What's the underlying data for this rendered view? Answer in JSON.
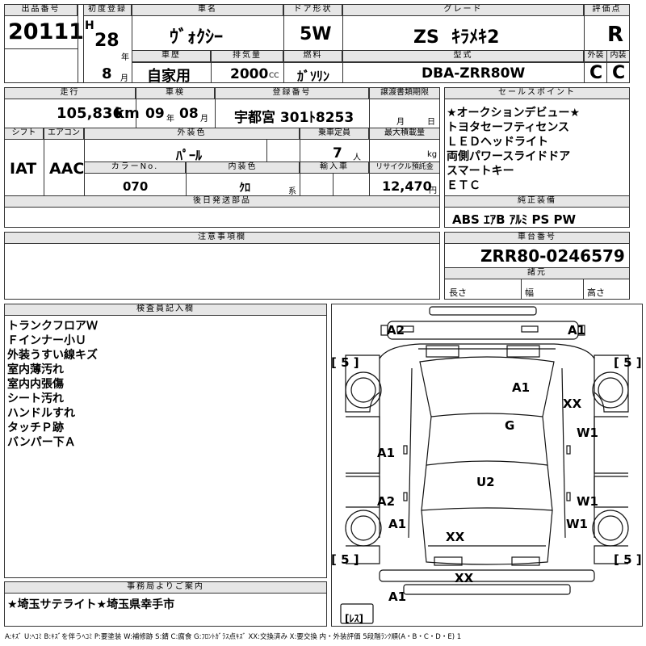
{
  "headers": {
    "lot_no": "出品番号",
    "first_reg": "初度登録",
    "car_name": "車名",
    "door": "ドア形状",
    "grade": "グレード",
    "rating": "評価点",
    "history": "車歴",
    "displacement": "排気量",
    "fuel": "燃料",
    "model_code": "型式",
    "exterior": "外装",
    "interior": "内装",
    "mileage": "走行",
    "inspection": "車検",
    "plate": "登録番号",
    "transfer": "譲渡書類期限",
    "sales_points": "セールスポイント",
    "shift": "シフト",
    "aircon": "エアコン",
    "ext_color": "外装色",
    "capacity": "乗車定員",
    "max_load": "最大積載量",
    "color_no": "カラーNo.",
    "int_color": "内装色",
    "import": "輸入車",
    "recycle": "リサイクル預託金",
    "later_parts": "後日発送部品",
    "genuine_equip": "純正装備",
    "notes": "注意事項欄",
    "chassis_no": "車台番号",
    "specs": "諸元",
    "inspector": "検査員記入欄",
    "office": "事務局よりご案内"
  },
  "vehicle": {
    "lot_no": "20111",
    "era": "H",
    "year": "28",
    "year_unit": "年",
    "month": "8",
    "month_unit": "月",
    "name": "ｳﾞｫｸｼｰ",
    "door": "5W",
    "grade": "ZS  ｷﾗﾒｷ2",
    "rating": "R",
    "history": "自家用",
    "displacement": "2000",
    "cc": "CC",
    "fuel": "ｶﾞｿﾘﾝ",
    "model_code": "DBA-ZRR80W",
    "exterior_grade": "C",
    "interior_grade": "C",
    "mileage": "105,836",
    "mileage_unit": "km",
    "insp_year": "09",
    "insp_year_unit": "年",
    "insp_month": "08",
    "insp_month_unit": "月",
    "plate": "宇都宮 301ﾄ8253",
    "transfer_month": "月",
    "transfer_day": "日",
    "shift": "IAT",
    "aircon": "AAC",
    "ext_color": "ﾊﾟｰﾙ",
    "capacity": "7",
    "capacity_unit": "人",
    "load_unit": "kg",
    "color_no": "070",
    "int_color": "ｸﾛ",
    "int_color_unit": "系",
    "recycle": "12,470",
    "recycle_unit": "円",
    "chassis_no": "ZRR80-0246579",
    "len_label": "長さ",
    "width_label": "幅",
    "height_label": "高さ"
  },
  "sales_points": [
    "★オークションデビュー★",
    "トヨタセーフティセンス",
    "ＬＥＤヘッドライト",
    "両側パワースライドドア",
    "スマートキー",
    "ＥＴＣ"
  ],
  "equipment": "ABS ｴｱB ｱﾙﾐ PS PW",
  "inspector_notes": [
    "トランクフロアＷ",
    "Ｆインナー小Ｕ",
    "外装うすい線キズ",
    "室内薄汚れ",
    "室内内張傷",
    "シート汚れ",
    "ハンドルすれ",
    "タッチＰ跡",
    "バンパー下Ａ"
  ],
  "office_note": "★埼玉サテライト★埼玉県幸手市",
  "diagram": {
    "marks": {
      "a2_tl": "A2",
      "a1_tr": "A1",
      "a1_roof": "A1",
      "xx_rf": "XX",
      "g": "G",
      "w1_rf": "W1",
      "a1_l": "A1",
      "u2": "U2",
      "a2_l": "A2",
      "w1_r": "W1",
      "a1_lr": "A1",
      "w1_rr": "W1",
      "xx_rear": "XX",
      "xx_bump": "XX",
      "a1_bl": "A1"
    },
    "tire_tl": "[ 5 ]",
    "tire_tr": "[ 5 ]",
    "tire_bl": "[ 5 ]",
    "tire_br": "[ 5 ]",
    "spare": "[ﾚｽ]"
  },
  "legend": "A:ｷｽﾞ U:ﾍｺﾐ B:ｷｽﾞを伴うﾍｺﾐ P:要塗装 W:補修跡 S:錆 C:腐食 G:ﾌﾛﾝﾄｶﾞﾗｽ点ｷｽﾞ XX:交換済み X:要交換  内・外装評価 5段階ﾗﾝｸ順(A・B・C・D・E) 1"
}
